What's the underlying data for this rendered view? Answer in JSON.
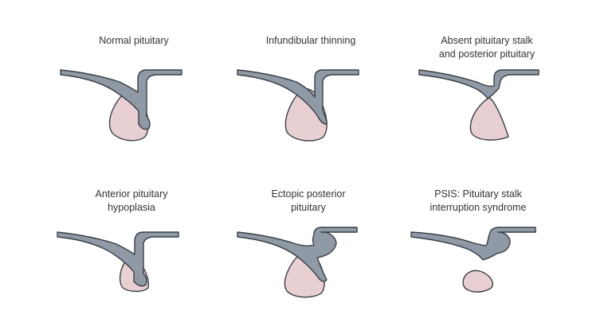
{
  "panels": [
    {
      "id": "normal",
      "label_lines": [
        "Normal pituitary"
      ]
    },
    {
      "id": "infundibular-thinning",
      "label_lines": [
        "Infundibular thinning"
      ]
    },
    {
      "id": "absent-stalk",
      "label_lines": [
        "Absent pituitary stalk",
        "and posterior pituitary"
      ]
    },
    {
      "id": "anterior-hypoplasia",
      "label_lines": [
        "Anterior pituitary",
        "hypoplasia"
      ]
    },
    {
      "id": "ectopic-posterior",
      "label_lines": [
        "Ectopic posterior",
        "pituitary"
      ]
    },
    {
      "id": "psis",
      "label_lines": [
        "PSIS: Pituitary stalk",
        "interruption syndrome"
      ]
    }
  ],
  "colors": {
    "stalk_fill": "#8f9aa6",
    "gland_fill": "#e8cfd2",
    "outline": "#3a3f45",
    "text": "#333333"
  }
}
